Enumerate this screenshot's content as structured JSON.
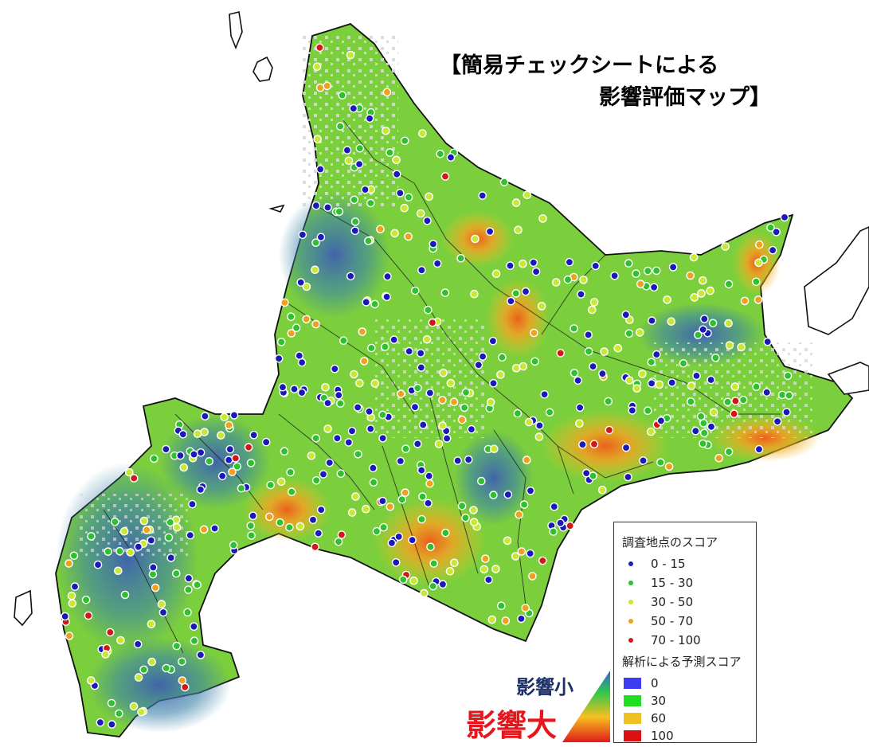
{
  "title": {
    "line1": "【簡易チェックシートによる",
    "line2": "影響評価マップ】"
  },
  "legend": {
    "survey_title": "調査地点のスコア",
    "survey_items": [
      {
        "label": "0 - 15",
        "color": "#1a1ab8"
      },
      {
        "label": "15 - 30",
        "color": "#2ec02e"
      },
      {
        "label": "30 - 50",
        "color": "#c8e832"
      },
      {
        "label": "50 - 70",
        "color": "#f0a020"
      },
      {
        "label": "70 - 100",
        "color": "#d01818"
      }
    ],
    "predicted_title": "解析による予測スコア",
    "predicted_items": [
      {
        "label": "0",
        "color": "#3c3cf0"
      },
      {
        "label": "30",
        "color": "#22dd22"
      },
      {
        "label": "60",
        "color": "#f0c020"
      },
      {
        "label": "100",
        "color": "#dd1111"
      }
    ]
  },
  "impact": {
    "small_label": "影響小",
    "large_label": "影響大"
  },
  "colors": {
    "land_base": "#7ccf3c",
    "unsurveyed": "#d9d9d9",
    "coast": "#111111",
    "low_zone": "#3b6fb0",
    "high_zone": "#f3a023"
  }
}
